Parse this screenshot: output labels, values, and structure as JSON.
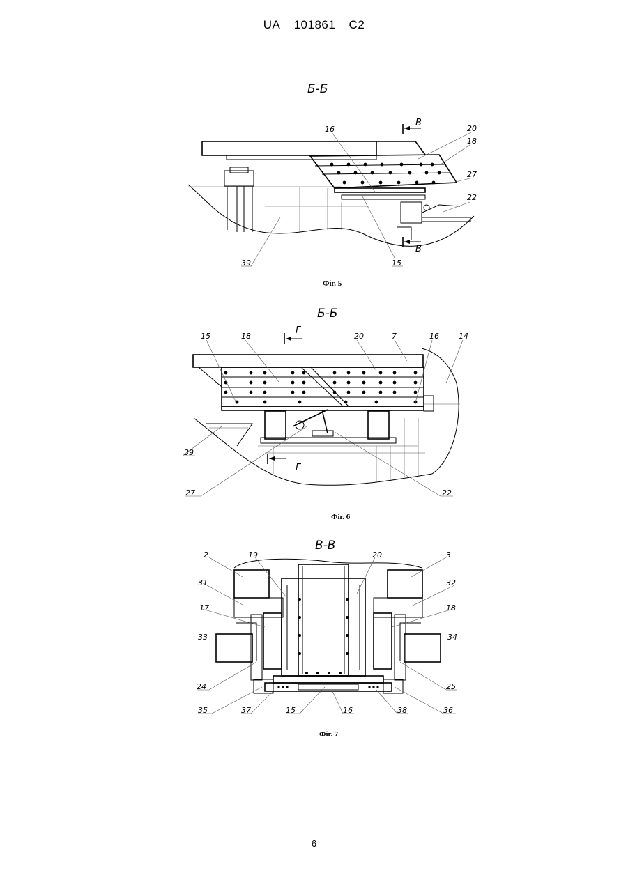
{
  "header": {
    "country": "UA",
    "number": "101861",
    "kind": "C2"
  },
  "figures": [
    {
      "section_title": "Б-Б",
      "caption": "Фіг. 5",
      "labels": {
        "l16": "16",
        "l20": "20",
        "l18": "18",
        "l27": "27",
        "l22": "22",
        "l39": "39",
        "l15": "15",
        "secTop": "В",
        "secBot": "В"
      }
    },
    {
      "section_title": "Б-Б",
      "caption": "Фіг. 6",
      "labels": {
        "l15": "15",
        "l18": "18",
        "l20": "20",
        "l7": "7",
        "l16": "16",
        "l14": "14",
        "l39": "39",
        "l27": "27",
        "l22": "22",
        "secTop": "Г",
        "secBot": "Г"
      }
    },
    {
      "section_title": "В-В",
      "caption": "Фіг. 7",
      "labels": {
        "l2": "2",
        "l19": "19",
        "l20": "20",
        "l3": "3",
        "l31": "31",
        "l32": "32",
        "l17": "17",
        "l18": "18",
        "l33": "33",
        "l34": "34",
        "l24": "24",
        "l25": "25",
        "l35": "35",
        "l37": "37",
        "l15": "15",
        "l16": "16",
        "l38": "38",
        "l36": "36"
      }
    }
  ],
  "page_number": "6"
}
